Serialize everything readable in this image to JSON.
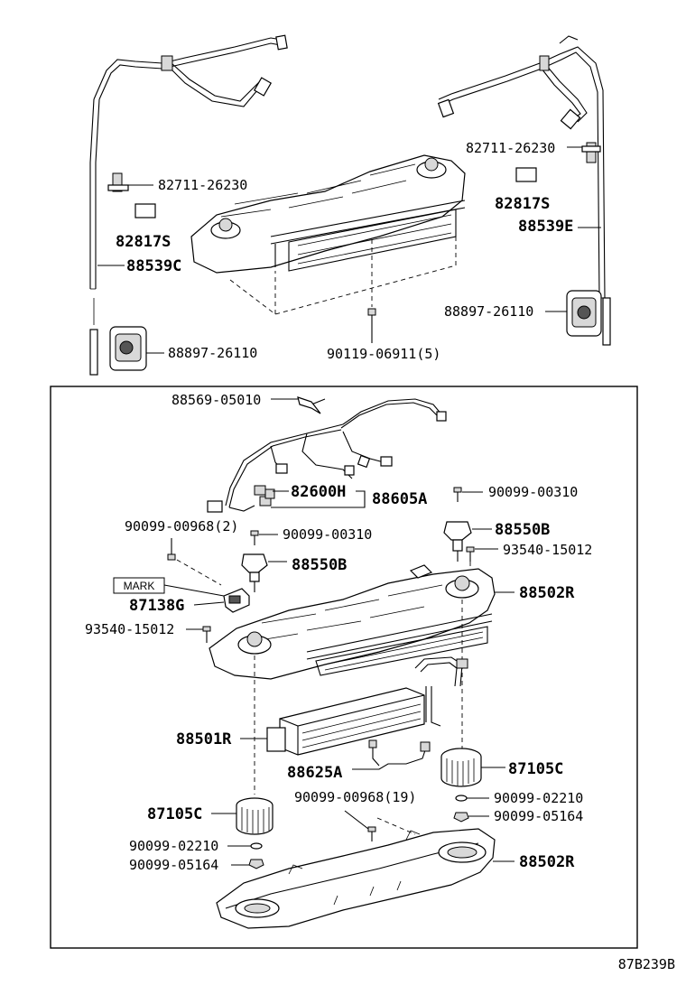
{
  "diagram_code": "87B239B",
  "top_left_labels": {
    "clip": "82711-26230",
    "pad": "82817S",
    "hose": "88539C",
    "grommet": "88897-26110"
  },
  "top_center_labels": {
    "bolt": "90119-06911(5)"
  },
  "top_right_labels": {
    "clip": "82711-26230",
    "pad": "82817S",
    "hose": "88539E",
    "grommet": "88897-26110"
  },
  "box_labels": {
    "harness_clamp": "88569-05010",
    "connector": "82600H",
    "wire_harness": "88605A",
    "screw_right_top": "90099-00310",
    "screw_left_count": "90099-00968(2)",
    "screw_left_top": "90099-00310",
    "valve_right": "88550B",
    "screw_right_mid": "93540-15012",
    "valve_left": "88550B",
    "mark_tag": "MARK",
    "switch": "87138G",
    "case_upper": "88502R",
    "screw_left_mid": "93540-15012",
    "evaporator": "88501R",
    "thermistor": "88625A",
    "blower_right": "87105C",
    "screw_bottom_count": "90099-00968(19)",
    "washer_right": "90099-02210",
    "nut_right": "90099-05164",
    "blower_left": "87105C",
    "washer_left": "90099-02210",
    "nut_left": "90099-05164",
    "case_lower": "88502R"
  }
}
